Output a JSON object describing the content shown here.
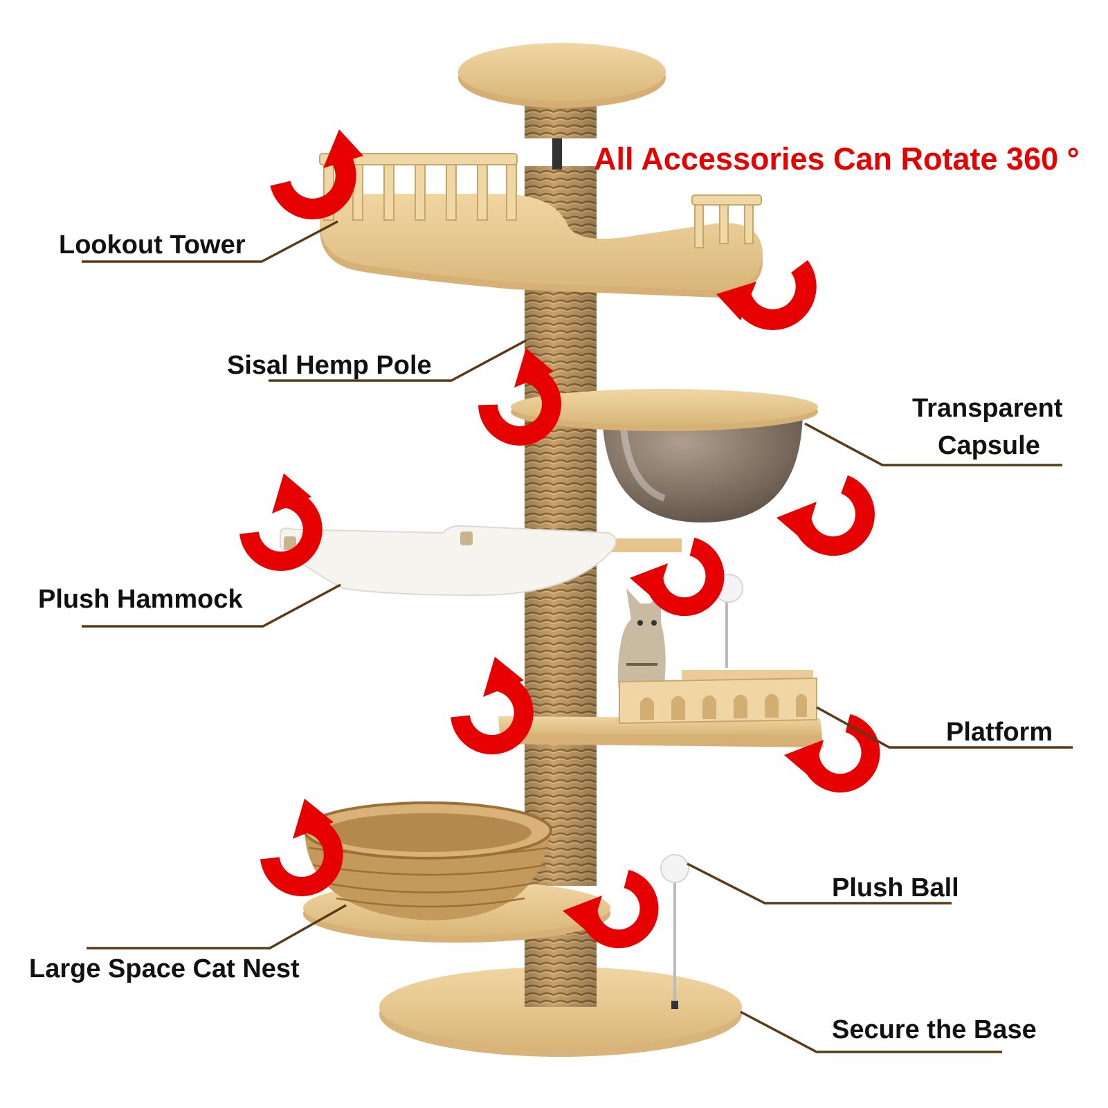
{
  "headline": {
    "text": "All Accessories Can Rotate 360 °",
    "color": "#e60000"
  },
  "labels": {
    "lookout_tower": "Lookout Tower",
    "sisal_hemp_pole": "Sisal Hemp Pole",
    "transparent_capsule_line1": "Transparent",
    "transparent_capsule_line2": "Capsule",
    "plush_hammock": "Plush Hammock",
    "platform": "Platform",
    "plush_ball": "Plush Ball",
    "large_space_cat_nest": "Large Space Cat Nest",
    "secure_the_base": "Secure the Base"
  },
  "colors": {
    "wood": "#e9c98f",
    "sisal": "#c49a5c",
    "arrow": "#e60000",
    "leader": "#5a3b16",
    "plush": "#f6f4ef",
    "capsule": "#6e5c4a"
  }
}
